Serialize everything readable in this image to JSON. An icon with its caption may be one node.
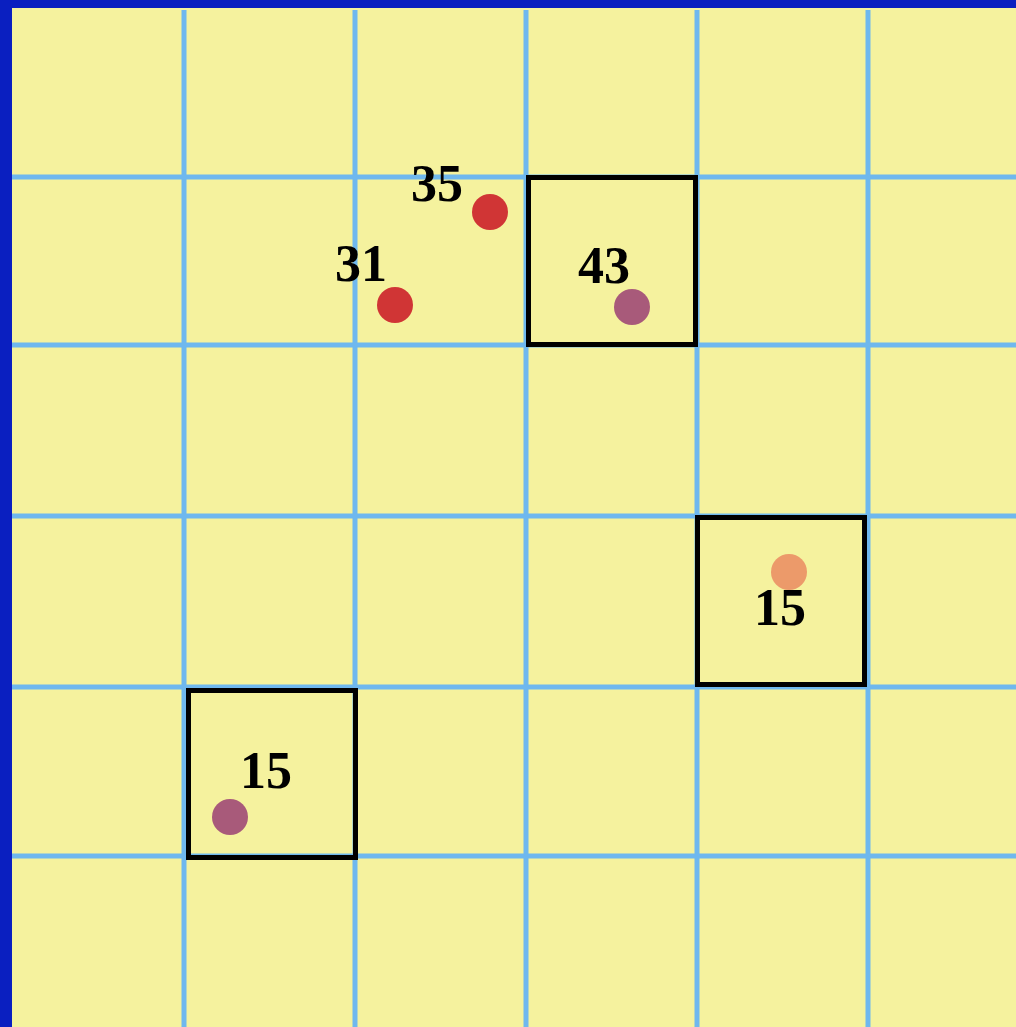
{
  "diagram": {
    "nodes": [
      {
        "text": [
          "43"
        ]
      },
      {
        "text": [
          "15"
        ]
      },
      {
        "text": [
          "15"
        ]
      }
    ],
    "labels": [
      "35",
      "31"
    ]
  }
}
